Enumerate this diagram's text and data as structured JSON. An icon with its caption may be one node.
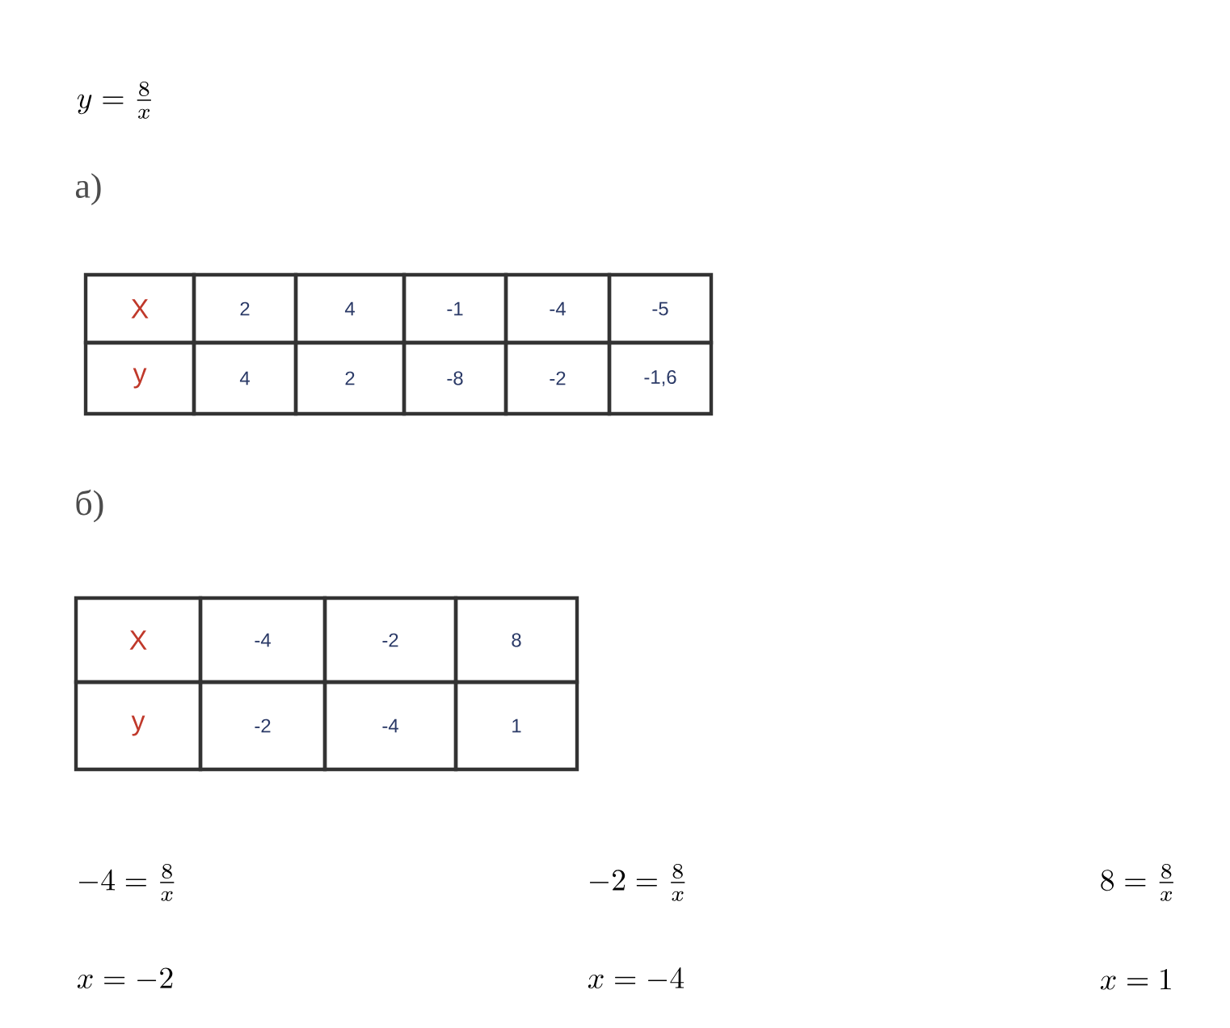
{
  "diagram": {
    "labels": [
      "y=\\frac{8}{x}",
      "а)",
      "X",
      "2",
      "4",
      "-1",
      "-4",
      "-5",
      "y",
      "4",
      "2",
      "-8",
      "-2",
      "-1,6",
      "б)",
      "X",
      "-4",
      "-2",
      "8",
      "y",
      "-2",
      "-4",
      "1",
      "-4=\\frac{8}{x}",
      "-2=\\frac{8}{x}",
      "8=\\frac{8}{x}",
      "x=-2",
      "x=-4",
      "x=1"
    ]
  }
}
